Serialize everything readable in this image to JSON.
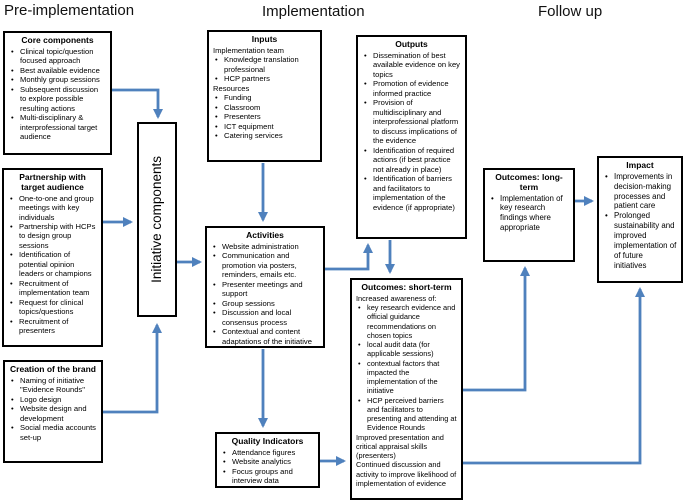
{
  "bullet": "•",
  "colors": {
    "arrow": "#4f81bd",
    "box_border": "#000000",
    "background": "#ffffff"
  },
  "phases": [
    {
      "label": "Pre-implementation"
    },
    {
      "label": "Implementation"
    },
    {
      "label": "Follow up"
    }
  ],
  "boxes": {
    "core_components": {
      "title": "Core components",
      "rows": [
        {
          "text": "Clinical topic/question focused approach",
          "bullet": true
        },
        {
          "text": "Best available evidence",
          "bullet": true
        },
        {
          "text": "Monthly group sessions",
          "bullet": true
        },
        {
          "text": "Subsequent discussion to explore possible resulting actions",
          "bullet": true
        },
        {
          "text": "Multi-disciplinary & interprofessional target audience",
          "bullet": true
        }
      ]
    },
    "partnership": {
      "title": "Partnership with target audience",
      "rows": [
        {
          "text": "One-to-one and group meetings with key individuals",
          "bullet": true
        },
        {
          "text": "Partnership with HCPs to design group sessions",
          "bullet": true
        },
        {
          "text": "Identification of potential opinion leaders or champions",
          "bullet": true
        },
        {
          "text": "Recruitment of implementation team",
          "bullet": true
        },
        {
          "text": "Request for clinical topics/questions",
          "bullet": true
        },
        {
          "text": "Recruitment of presenters",
          "bullet": true
        }
      ]
    },
    "brand": {
      "title": "Creation of the brand",
      "rows": [
        {
          "text": "Naming of initiative \"Evidence Rounds\"",
          "bullet": true
        },
        {
          "text": "Logo design",
          "bullet": true
        },
        {
          "text": "Website design and development",
          "bullet": true
        },
        {
          "text": "Social media accounts set-up",
          "bullet": true
        }
      ]
    },
    "initiative": {
      "title": "Initiative components"
    },
    "inputs": {
      "title": "Inputs",
      "rows": [
        {
          "text": "Implementation team",
          "bullet": false
        },
        {
          "text": "Knowledge translation professional",
          "bullet": true
        },
        {
          "text": "HCP partners",
          "bullet": true
        },
        {
          "text": "Resources",
          "bullet": false
        },
        {
          "text": "Funding",
          "bullet": true
        },
        {
          "text": "Classroom",
          "bullet": true
        },
        {
          "text": "Presenters",
          "bullet": true
        },
        {
          "text": "ICT equipment",
          "bullet": true
        },
        {
          "text": "Catering services",
          "bullet": true
        }
      ]
    },
    "activities": {
      "title": "Activities",
      "rows": [
        {
          "text": "Website administration",
          "bullet": true
        },
        {
          "text": "Communication and promotion via posters, reminders, emails etc.",
          "bullet": true
        },
        {
          "text": "Presenter meetings and support",
          "bullet": true
        },
        {
          "text": "Group sessions",
          "bullet": true
        },
        {
          "text": "Discussion and local consensus process",
          "bullet": true
        },
        {
          "text": "Contextual and content adaptations of the initiative",
          "bullet": true
        }
      ]
    },
    "quality": {
      "title": "Quality Indicators",
      "rows": [
        {
          "text": "Attendance figures",
          "bullet": true
        },
        {
          "text": "Website analytics",
          "bullet": true
        },
        {
          "text": "Focus groups and interview data",
          "bullet": true
        }
      ]
    },
    "outputs": {
      "title": "Outputs",
      "rows": [
        {
          "text": "Dissemination of best available evidence on key topics",
          "bullet": true
        },
        {
          "text": "Promotion of evidence informed practice",
          "bullet": true
        },
        {
          "text": "Provision of multidisciplinary and interprofessional platform to discuss implications of the evidence",
          "bullet": true
        },
        {
          "text": "Identification of required actions (if best practice not already in place)",
          "bullet": true
        },
        {
          "text": "Identification of barriers and facilitators to implementation of the evidence (if appropriate)",
          "bullet": true
        }
      ]
    },
    "outcomes_short": {
      "title": "Outcomes: short-term",
      "rows": [
        {
          "text": "Increased awareness of:",
          "bullet": false
        },
        {
          "text": "key research evidence and official guidance recommendations on chosen topics",
          "bullet": true
        },
        {
          "text": "local audit data (for applicable sessions)",
          "bullet": true
        },
        {
          "text": "contextual factors that impacted the implementation of the initiative",
          "bullet": true
        },
        {
          "text": "HCP perceived barriers and facilitators to presenting and attending at Evidence Rounds",
          "bullet": true
        },
        {
          "text": "Improved presentation and critical appraisal skills (presenters)",
          "bullet": false
        },
        {
          "text": "Continued discussion and activity to improve likelihood of implementation of evidence",
          "bullet": false
        }
      ]
    },
    "outcomes_long": {
      "title": "Outcomes: long-term",
      "rows": [
        {
          "text": "Implementation of key research findings where appropriate",
          "bullet": true
        }
      ]
    },
    "impact": {
      "title": "Impact",
      "rows": [
        {
          "text": "Improvements in decision-making processes and patient care",
          "bullet": true
        },
        {
          "text": "Prolonged sustainability and improved implementation of of future initiatives",
          "bullet": true
        }
      ]
    }
  }
}
